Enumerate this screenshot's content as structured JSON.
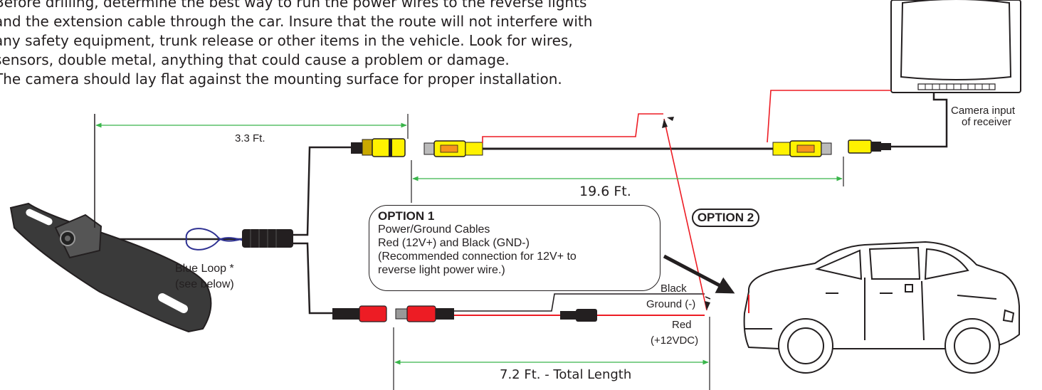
{
  "intro": {
    "lines": [
      "Before drilling, determine the best way to run the power wires to the reverse lights",
      "and the extension cable through the car. Insure that the route will not interfere with",
      "any safety equipment, trunk release or other items in the vehicle. Look for wires,",
      "sensors, double metal, anything that could cause a problem or damage.",
      "The camera should lay flat against the mounting surface for proper installation."
    ]
  },
  "labels": {
    "camera_input": [
      "Camera input",
      "of receiver"
    ],
    "dim_camera_cable": "3.3 Ft.",
    "dim_extension": "19.6 Ft.",
    "dim_power": "7.2 Ft. - Total Length",
    "blue_loop": [
      "Blue Loop *",
      "(see below)"
    ],
    "black": "Black",
    "ground": "Ground (-)",
    "red": "Red",
    "voltage": "(+12VDC)",
    "option2": "OPTION 2"
  },
  "option1": {
    "title": "OPTION 1",
    "lines": [
      "Power/Ground Cables",
      "Red (12V+) and Black (GND-)",
      "(Recommended connection for 12V+ to",
      "reverse light power wire.)"
    ]
  },
  "colors": {
    "wire": "#231f20",
    "red_wire": "#ed1c24",
    "rca_yellow": "#fff200",
    "rca_red": "#ed1c24",
    "dimension_green": "#39b54a",
    "blue_loop": "#2e3192"
  }
}
